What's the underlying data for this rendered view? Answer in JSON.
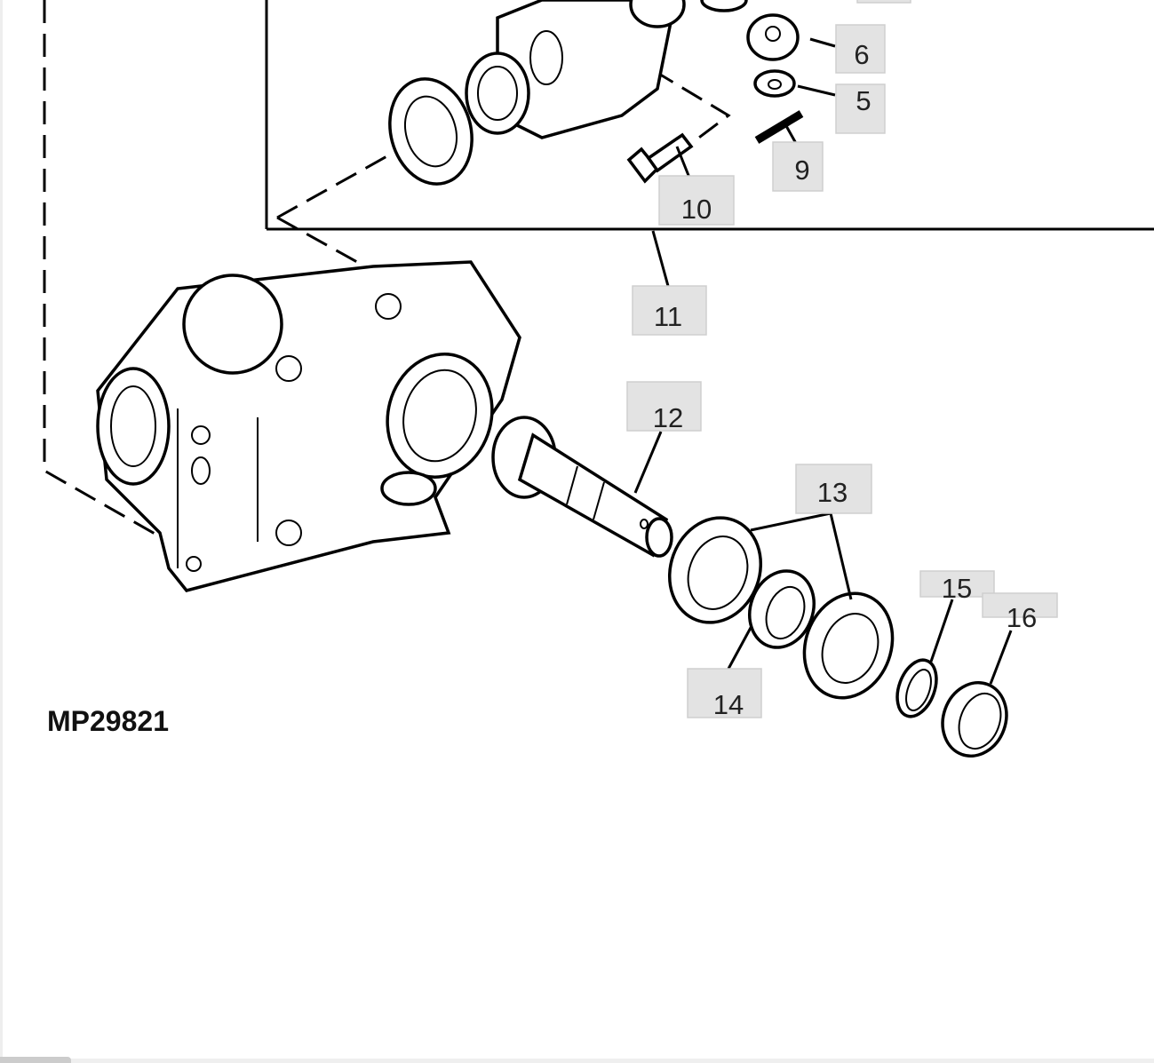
{
  "figure_id": "MP29821",
  "callouts": [
    {
      "id": "callout-6",
      "label": "6"
    },
    {
      "id": "callout-5",
      "label": "5"
    },
    {
      "id": "callout-9",
      "label": "9"
    },
    {
      "id": "callout-10",
      "label": "10"
    },
    {
      "id": "callout-11",
      "label": "11"
    },
    {
      "id": "callout-12",
      "label": "12"
    },
    {
      "id": "callout-13",
      "label": "13"
    },
    {
      "id": "callout-14",
      "label": "14"
    },
    {
      "id": "callout-15",
      "label": "15"
    },
    {
      "id": "callout-16",
      "label": "16"
    }
  ]
}
